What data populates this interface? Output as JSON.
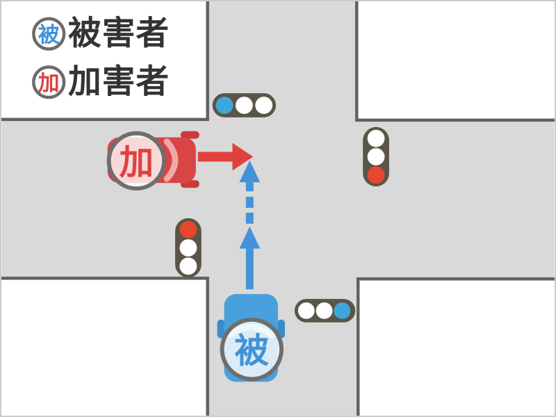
{
  "legend": {
    "items": [
      {
        "badge": "被",
        "label": "被害者",
        "role": "victim"
      },
      {
        "badge": "加",
        "label": "加害者",
        "role": "perpetrator"
      }
    ]
  },
  "vehicles": {
    "victim": {
      "badge": "被",
      "color": "#4aa0dc",
      "mirror_color": "#3a8cc9",
      "heading": "up"
    },
    "perpetrator": {
      "badge": "加",
      "color": "#d94444",
      "mirror_color": "#cc3a3a",
      "heading": "right"
    }
  },
  "arrows": {
    "perpetrator": {
      "color": "#e0413d",
      "style": "solid",
      "direction": "right"
    },
    "victim": {
      "color": "#4592d9",
      "style": "solid then dashed",
      "direction": "up"
    }
  },
  "traffic_lights": [
    {
      "id": "north",
      "orientation": "horizontal",
      "lamps": [
        "blue",
        "off",
        "off"
      ],
      "lamp_colors": [
        "#3fa6dd",
        "#ffffff",
        "#ffffff"
      ]
    },
    {
      "id": "east",
      "orientation": "vertical",
      "lamps": [
        "off",
        "off",
        "red"
      ],
      "lamp_colors": [
        "#ffffff",
        "#ffffff",
        "#e5472f"
      ]
    },
    {
      "id": "west",
      "orientation": "vertical",
      "lamps": [
        "red",
        "off",
        "off"
      ],
      "lamp_colors": [
        "#e5472f",
        "#ffffff",
        "#ffffff"
      ]
    },
    {
      "id": "south",
      "orientation": "horizontal",
      "lamps": [
        "off",
        "off",
        "blue"
      ],
      "lamp_colors": [
        "#ffffff",
        "#ffffff",
        "#3fa6dd"
      ]
    }
  ],
  "colors": {
    "road": "#d9d9d9",
    "block_fill": "#ffffff",
    "block_border": "#616161",
    "signal_body": "#5a5547",
    "badge_fill": "rgba(255,255,255,0.8)",
    "badge_border": "#6e6e6e",
    "text": "#333333",
    "victim_blue": "#4193d8",
    "perpetrator_red": "#e04040",
    "canvas_border": "#cbcbcb"
  }
}
